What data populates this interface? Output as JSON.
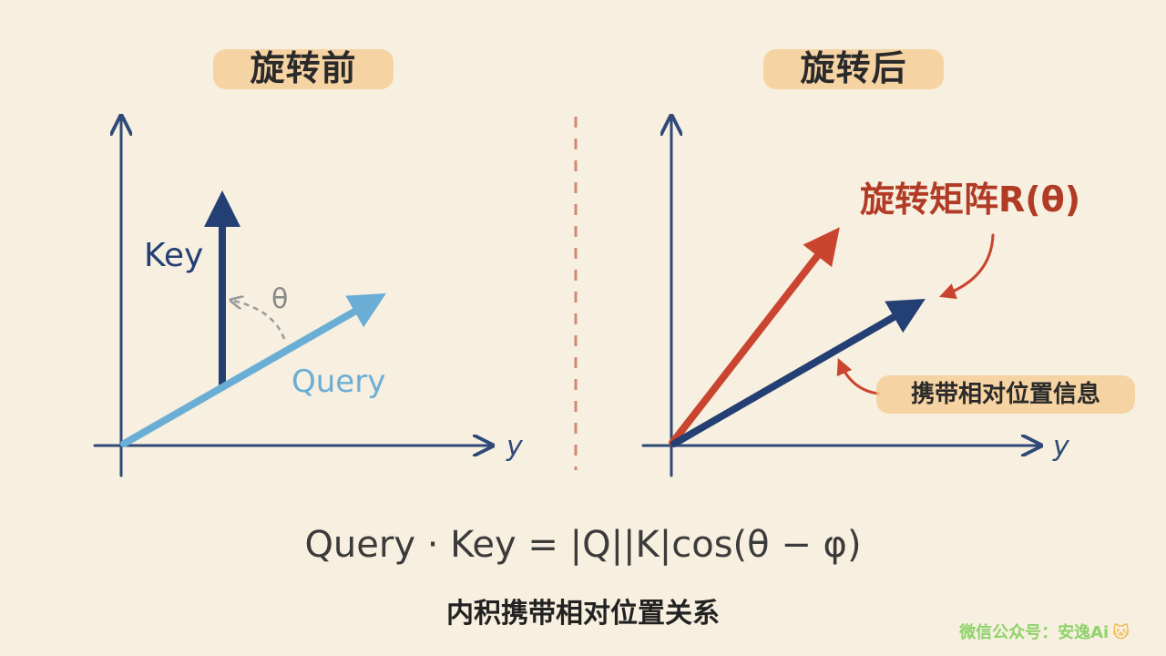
{
  "titles": {
    "before": "旋转前",
    "after": "旋转后"
  },
  "left_panel": {
    "key_label": "Key",
    "query_label": "Query",
    "angle_label": "θ",
    "axis_label": "y"
  },
  "right_panel": {
    "rotation_label": "旋转矩阵R(θ)",
    "info_label": "携带相对位置信息",
    "axis_label": "y"
  },
  "formula": "Query · Key = |Q||K|cos(θ − φ)",
  "caption": "内积携带相对位置关系",
  "watermark": {
    "text": "微信公众号：安逸Ai",
    "emoji": "🐱"
  },
  "colors": {
    "background": "#f7efdf",
    "axis": "#2f4a78",
    "key": "#243f73",
    "query": "#6aaed6",
    "rotated": "#c9452f",
    "highlight": "#f5c98f",
    "divider": "#d08a72"
  }
}
